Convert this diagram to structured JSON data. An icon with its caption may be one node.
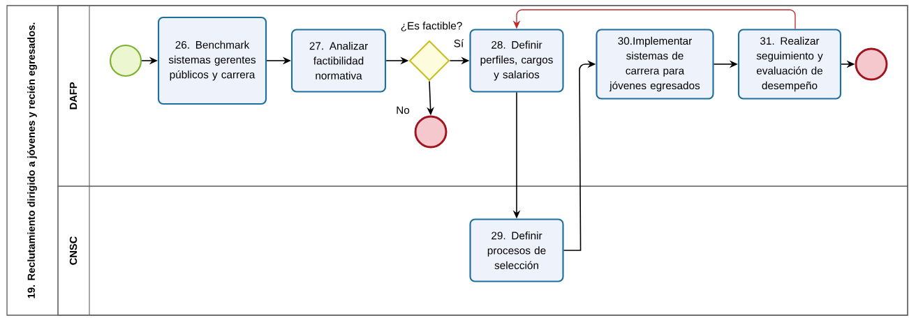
{
  "diagram": {
    "nodes": [
      {
        "text": [
          "19. Reclutamiento dirigido a jóvenes y recién egresados."
        ]
      },
      {
        "text": [
          "DAFP"
        ],
        "in": 0
      },
      {
        "text": [
          "CNSC"
        ],
        "in": 0
      },
      {
        "text": [],
        "shape": "circle",
        "in": 1
      },
      {
        "text": [
          "26. Benchmark sistemas gerentes públicos y carrera"
        ],
        "in": 1
      },
      {
        "text": [
          "27. Analizar factibilidad normativa"
        ],
        "in": 1
      },
      {
        "text": [],
        "shape": "diamond",
        "beside": [
          "¿Es factible?"
        ],
        "in": 1
      },
      {
        "text": [],
        "shape": "circle",
        "in": 1
      },
      {
        "text": [
          "28. Definir perfiles, cargos y salarios"
        ],
        "in": 1
      },
      {
        "text": [
          "30.Implementar sistemas de carrera para jóvenes egresados"
        ],
        "in": 1
      },
      {
        "text": [
          "31. Realizar seguimiento y evaluación de desempeño"
        ],
        "in": 1
      },
      {
        "text": [],
        "shape": "circle",
        "in": 1
      },
      {
        "text": [
          "29. Definir procesos de selección"
        ],
        "in": 2
      }
    ],
    "edges": [
      {
        "from": 3,
        "to": 4,
        "arrow": "to"
      },
      {
        "from": 4,
        "to": 5,
        "arrow": "to"
      },
      {
        "from": 5,
        "to": 6,
        "arrow": "to"
      },
      {
        "from": 6,
        "to": 8,
        "arrow": "to",
        "label": "Sí"
      },
      {
        "from": 6,
        "to": 7,
        "arrow": "to",
        "label": "No"
      },
      {
        "from": 8,
        "to": 12,
        "arrow": "to"
      },
      {
        "from": 12,
        "to": 9,
        "arrow": "to"
      },
      {
        "from": 9,
        "to": 10,
        "arrow": "to"
      },
      {
        "from": 10,
        "to": 11,
        "arrow": "to"
      },
      {
        "from": 10,
        "to": 8,
        "arrow": "to",
        "color": "#c0272d"
      }
    ]
  }
}
